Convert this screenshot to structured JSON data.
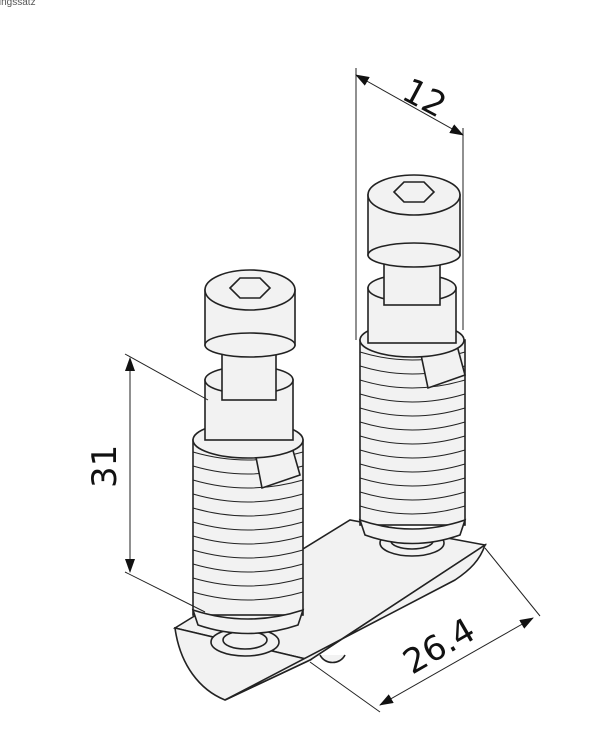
{
  "caption": "dungssatz",
  "dimensions": {
    "width_top": "12",
    "height_left": "31",
    "length_bottom": "26.4"
  },
  "colors": {
    "line": "#222222",
    "fill": "#f2f2f2",
    "shade": "#c9c9c9"
  }
}
